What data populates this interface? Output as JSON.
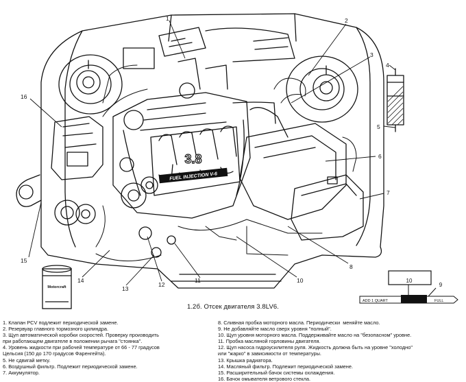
{
  "diagram": {
    "callouts": [
      "1",
      "2",
      "3",
      "4",
      "5",
      "6",
      "7",
      "8",
      "9",
      "10",
      "11",
      "12",
      "13",
      "14",
      "15",
      "16"
    ],
    "engine_badge_number": "3.8",
    "engine_badge_text": "FUEL INJECTION V-6",
    "filter_brand": "Motorcraft",
    "dipstick": {
      "label_left": "ADD 1 QUART",
      "label_right": "FULL",
      "callout_box": "10",
      "callout_arrow": "9"
    }
  },
  "caption": "1.2б. Отсек двигателя 3.8LV6.",
  "legend_left": [
    "1. Клапан PCV подлежит периодической замене.",
    "2. Резервуар главного тормозного цилиндра.",
    "3. Щуп автоматической коробки скоростей. Проверку производить",
    "при работающем двигателе в положении рычага \"стоянка\".",
    "4. Уровень жидкости при рабочей температуре от 66 - 77 градусов",
    "Цельсия (150 до 170 градусов Фаренгейта).",
    "5. Не сдвигай метку.",
    "6. Воздушный фильтр. Подлежит периодической замене.",
    "7. Аккумулятор."
  ],
  "legend_right": [
    "8. Сливная пробка моторного масла. Периодически  меняйте масло.",
    "9. Не добавляйте масло сверх уровня \"полный\".",
    "10. Щуп уровня моторного масла. Поддерживайте масло на \"безопасном\" уровне.",
    "11. Пробка масляной горловины двигателя.",
    "12. Щуп насоса гидроусилителя руля. Жидкость должна быть на уровне \"холодно\"",
    "или \"жарко\" в зависимости от температуры.",
    "13. Крышка радиатора.",
    "14. Масляный фильтр. Подлежит периодической замене.",
    "15. Расширительный бачок системы охлаждения.",
    "16. Бачок омывателя ветрового стекла."
  ]
}
